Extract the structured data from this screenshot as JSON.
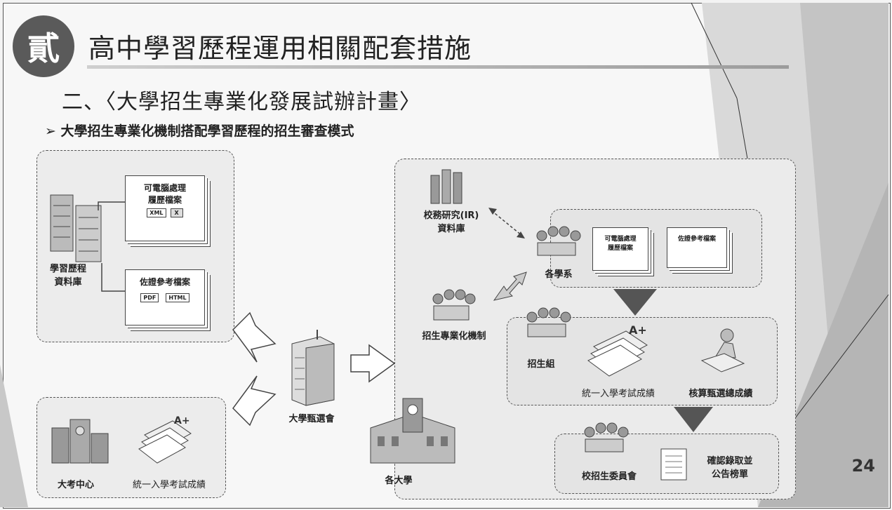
{
  "header": {
    "badge": "貳",
    "title": "高中學習歷程運用相關配套措施",
    "subtitle": "二、〈大學招生專業化發展試辦計畫〉",
    "bullet_marker": "➢",
    "bullet_text": "大學招生專業化機制搭配學習歷程的招生審查模式"
  },
  "left_panel": {
    "database_label": "學習歷程\n資料庫",
    "doc_top": "可電腦處理\n履歷檔案",
    "doc_top_icons": [
      "XML",
      "X"
    ],
    "doc_bottom": "佐證參考檔案",
    "doc_bottom_icons": [
      "PDF",
      "HTML"
    ]
  },
  "center": {
    "exam_center": "大考中心",
    "exam_scores_left": "統一入學考試成績",
    "committee": "大學甄選會",
    "university": "各大學",
    "grade": "A+"
  },
  "right_panel": {
    "ir_db": "校務研究(IR)\n資料庫",
    "mechanism": "招生專業化機制",
    "departments": "各學系",
    "dept_doc1": "可電腦處理\n履歷檔案",
    "dept_doc2": "佐證參考檔案",
    "admissions": "招生組",
    "exam_scores": "統一入學考試成績",
    "calc": "核算甄選總成績",
    "school_committee": "校招生委員會",
    "confirm": "確認錄取並\n公告榜單"
  },
  "page_number": "24"
}
